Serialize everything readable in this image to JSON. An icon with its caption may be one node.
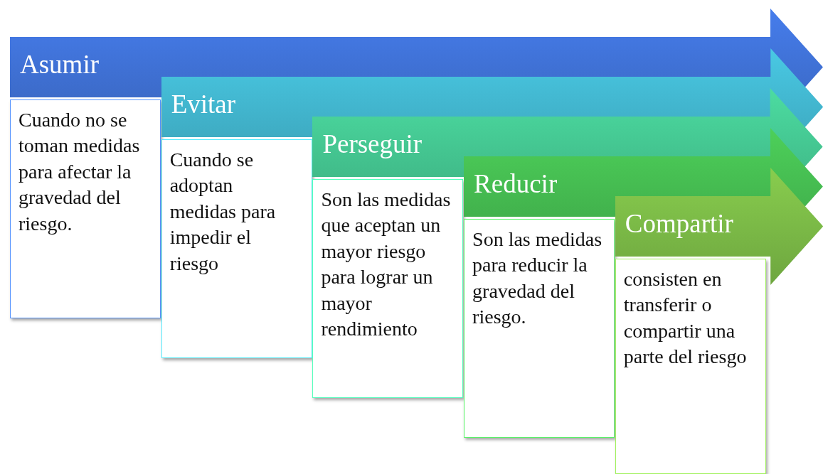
{
  "diagram": {
    "nodes": [
      {
        "text": [
          "Asumir"
        ]
      },
      {
        "text": [
          "Cuando no se toman medidas para afectar la gravedad del riesgo."
        ]
      },
      {
        "text": [
          "Evitar"
        ]
      },
      {
        "text": [
          "Cuando se adoptan medidas para impedir el riesgo"
        ]
      },
      {
        "text": [
          "Perseguir"
        ]
      },
      {
        "text": [
          "Son las medidas que aceptan un mayor riesgo para lograr un mayor rendimiento"
        ]
      },
      {
        "text": [
          "Reducir"
        ]
      },
      {
        "text": [
          "Son las medidas para reducir la gravedad del riesgo."
        ]
      },
      {
        "text": [
          "Compartir"
        ]
      },
      {
        "text": [
          "consisten en transferir o compartir una parte del riesgo"
        ]
      }
    ]
  }
}
